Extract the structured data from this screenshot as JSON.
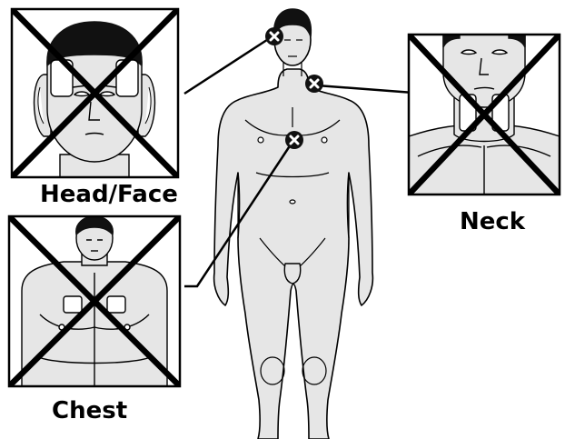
{
  "labels": {
    "head_face": "Head/Face",
    "neck": "Neck",
    "chest": "Chest"
  },
  "colors": {
    "skin_fill": "#e6e6e6",
    "outline": "#000000",
    "hair": "#111111",
    "cross": "#000000",
    "marker_fill": "#111111",
    "marker_x": "#ffffff",
    "background": "#ffffff"
  },
  "icons": {
    "placement_marker": "x-circle-icon",
    "prohibited_overlay": "large-x-cross"
  }
}
